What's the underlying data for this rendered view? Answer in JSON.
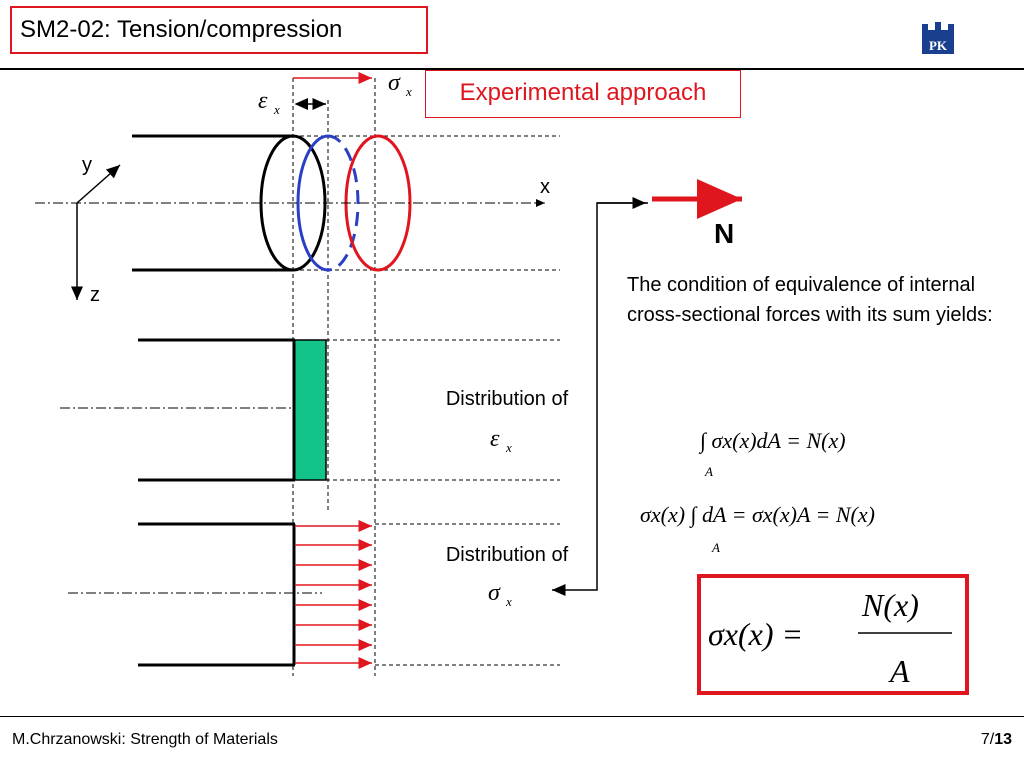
{
  "slide": {
    "title": "SM2-02: Tension/compression",
    "logo_text": "PK",
    "subtitle": "Experimental approach",
    "axes": {
      "y": "y",
      "x": "x",
      "z": "z"
    },
    "force_label": "N",
    "condition_text": "The condition of equivalence of internal cross-sectional forces with its sum yields:",
    "distribution_strain": "Distribution of",
    "distribution_stress": "Distribution of",
    "symbols": {
      "sigma": "σ",
      "epsilon": "ε",
      "sub_x": "x"
    },
    "equations": {
      "eq1": "∫ σx(x)dA = N(x)",
      "eq1_lower": "A",
      "eq2": "σx(x) ∫ dA = σx(x)A = N(x)",
      "eq2_lower": "A",
      "result_lhs": "σx(x) =",
      "result_num": "N(x)",
      "result_den": "A"
    },
    "colors": {
      "accent_red": "#e0161e",
      "blue": "#2b3fc4",
      "green": "#13c48a"
    }
  },
  "footer": {
    "author": "M.Chrzanowski: Strength of Materials",
    "page_current": "7/",
    "page_total": "13"
  }
}
